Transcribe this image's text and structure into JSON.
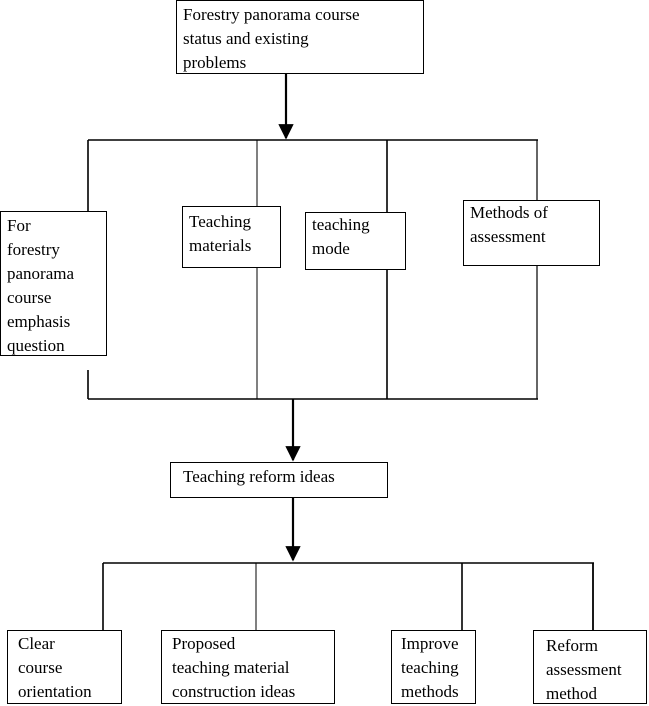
{
  "top_box": {
    "lines": [
      "Forestry panorama course",
      "status and existing",
      "problems"
    ]
  },
  "middle_boxes": {
    "emphasis": {
      "lines": [
        "For",
        "forestry",
        "panorama",
        "course",
        "emphasis",
        "question"
      ]
    },
    "materials": {
      "lines": [
        "Teaching",
        "materials"
      ]
    },
    "mode": {
      "lines": [
        "teaching",
        "mode"
      ]
    },
    "assessment": {
      "lines": [
        "Methods of",
        "assessment"
      ]
    }
  },
  "center_box": {
    "label": "Teaching reform ideas"
  },
  "bottom_boxes": {
    "orientation": {
      "lines": [
        "Clear",
        "course",
        "orientation"
      ]
    },
    "construction": {
      "lines": [
        "Proposed",
        "teaching material",
        "construction ideas"
      ]
    },
    "methods": {
      "lines": [
        "Improve",
        "teaching",
        "methods"
      ]
    },
    "reform": {
      "lines": [
        "Reform",
        "assessment",
        "method"
      ]
    }
  }
}
